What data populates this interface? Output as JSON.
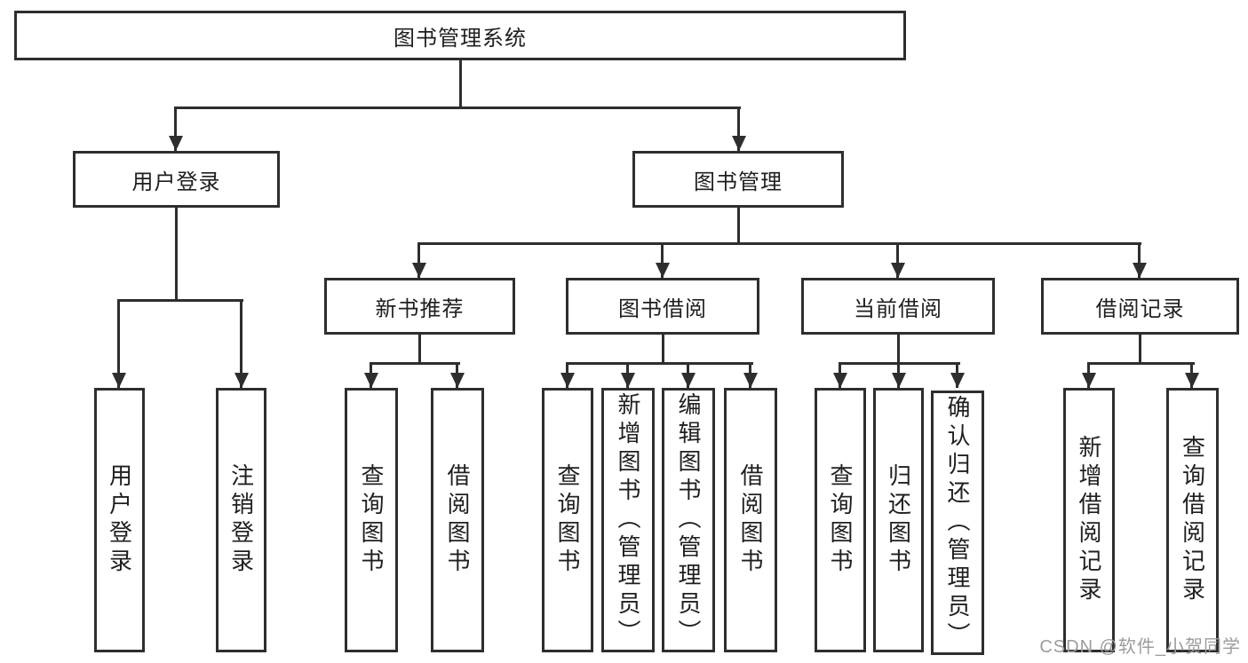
{
  "page": {
    "watermark": "CSDN @软件_小贺同学",
    "colors": {
      "line": "#2e2e2e",
      "box_border": "#2e2e2e",
      "box_fill": "#ffffff",
      "text": "#1f1f1f",
      "watermark": "#9c9c9c",
      "background": "#ffffff"
    }
  },
  "tree": {
    "root": {
      "label": "图书管理系统"
    },
    "branches": [
      {
        "label": "用户登录",
        "children": [
          {
            "label": "用户登录"
          },
          {
            "label": "注销登录"
          }
        ]
      },
      {
        "label": "图书管理",
        "groups": [
          {
            "label": "新书推荐",
            "children": [
              {
                "label": "查询图书"
              },
              {
                "label": "借阅图书"
              }
            ]
          },
          {
            "label": "图书借阅",
            "children": [
              {
                "label": "查询图书"
              },
              {
                "label": "新增图书（管理员）"
              },
              {
                "label": "编辑图书（管理员）"
              },
              {
                "label": "借阅图书"
              }
            ]
          },
          {
            "label": "当前借阅",
            "children": [
              {
                "label": "查询图书"
              },
              {
                "label": "归还图书"
              },
              {
                "label": "确认归还（管理员）"
              }
            ]
          },
          {
            "label": "借阅记录",
            "children": [
              {
                "label": "新增借阅记录"
              },
              {
                "label": "查询借阅记录"
              }
            ]
          }
        ]
      }
    ]
  }
}
